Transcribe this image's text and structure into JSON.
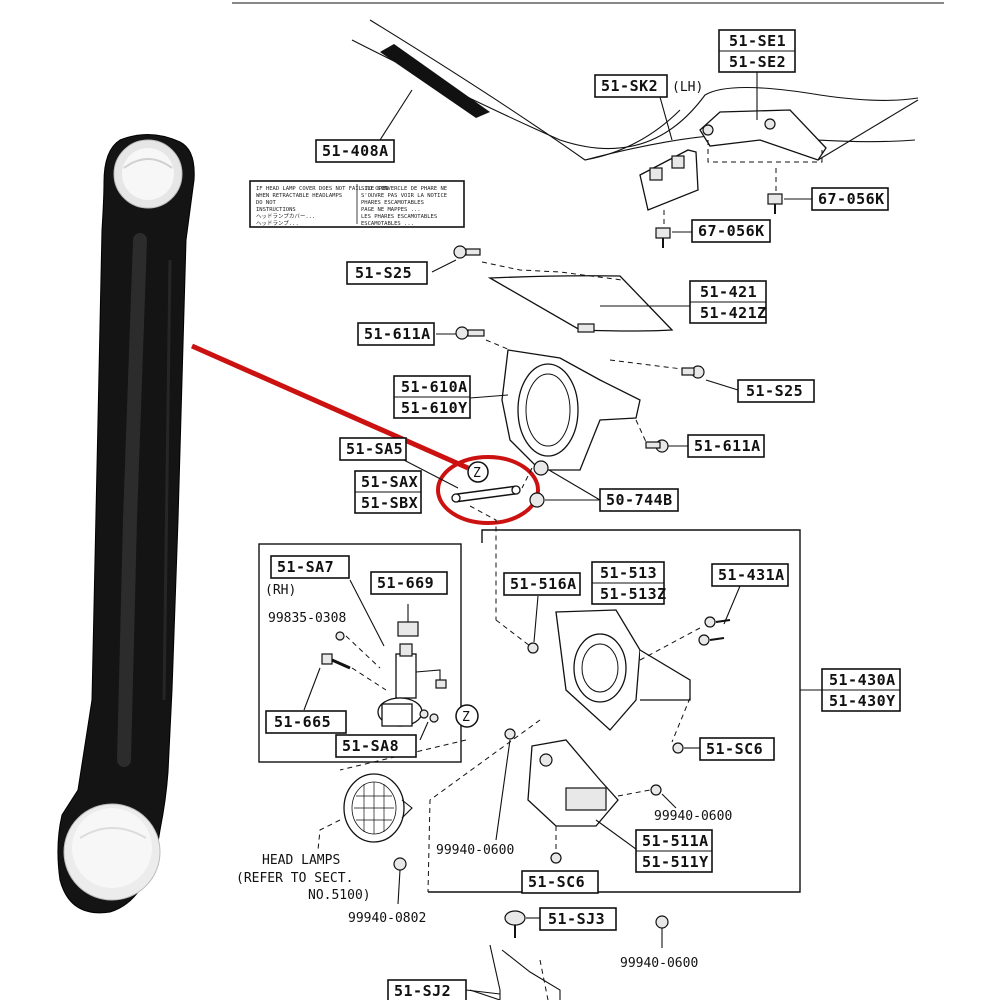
{
  "labels": {
    "se1": "51-SE1",
    "se2": "51-SE2",
    "sk2": "51-SK2",
    "sk2_side": "(LH)",
    "p408a": "51-408A",
    "k056_right": "67-056K",
    "k056_left": "67-056K",
    "s25_top": "51-S25",
    "p421": "51-421",
    "p421z": "51-421Z",
    "p611a_left": "51-611A",
    "s25_mid": "51-S25",
    "p610a": "51-610A",
    "p610y": "51-610Y",
    "p611a_right": "51-611A",
    "sa5": "51-SA5",
    "b744": "50-744B",
    "sax": "51-SAX",
    "sbx": "51-SBX",
    "sa7": "51-SA7",
    "rh": "(RH)",
    "p669": "51-669",
    "p99835": "99835-0308",
    "p665": "51-665",
    "sa8": "51-SA8",
    "z_marker": "Z",
    "p516a": "51-516A",
    "p513": "51-513",
    "p513z": "51-513Z",
    "p431a": "51-431A",
    "p430a": "51-430A",
    "p430y": "51-430Y",
    "sc6_right": "51-SC6",
    "p0600_right": "99940-0600",
    "p0600_mid": "99940-0600",
    "p511a": "51-511A",
    "p511y": "51-511Y",
    "sc6_bottom": "51-SC6",
    "p0802": "99940-0802",
    "sj3": "51-SJ3",
    "p0600_bottom": "99940-0600",
    "sj2": "51-SJ2",
    "headlamps_1": "HEAD LAMPS",
    "headlamps_2": "(REFER TO SECT.",
    "headlamps_3": "NO.5100)"
  },
  "warning_label": {
    "col1": [
      "IF HEAD LAMP COVER DOES NOT FAIL TO OPEN",
      "WHEN RETRACTABLE HEADLAMPS",
      "DO NOT",
      "INSTRUCTIONS",
      "ヘッドランプカバー...",
      "ヘッドランプ..."
    ],
    "col2": [
      "SILE CONVERCLE DE PHARE NE",
      "S'OUVRE PAS VOIR LA NOTICE",
      "PHARES ESCAMOTABLES",
      "PAGE NE MAPPES ...",
      "LES PHARES ESCAMOTABLES",
      "ESCAMOTABLES ..."
    ]
  },
  "colors": {
    "highlight": "#cc1111",
    "arm_body": "#141414",
    "bushing": "#f2f2f2"
  }
}
